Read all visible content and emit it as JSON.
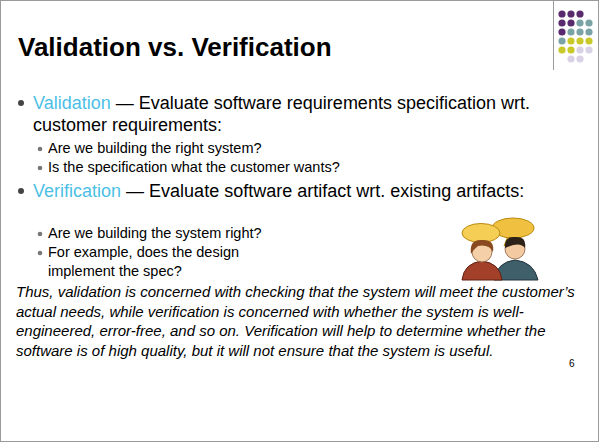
{
  "diagram": {
    "title": "Validation vs. Verification",
    "labels": [
      "Validation",
      "— Evaluate software requirements specification wrt. customer requirements:",
      "Are we building the right system?",
      "Is the specification what the customer wants?",
      "Verification",
      "— Evaluate software artifact wrt. existing artifacts:",
      "Are we building the system right?",
      "For example, does the design implement the spec?",
      "Thus, validation is concerned with checking that the system will meet the customer’s actual needs, while verification is concerned with whether the system is well-engineered, error-free, and so on. Verification will help to determine whether the software is of high quality, but it will not ensure that the system is useful.",
      "6"
    ]
  }
}
